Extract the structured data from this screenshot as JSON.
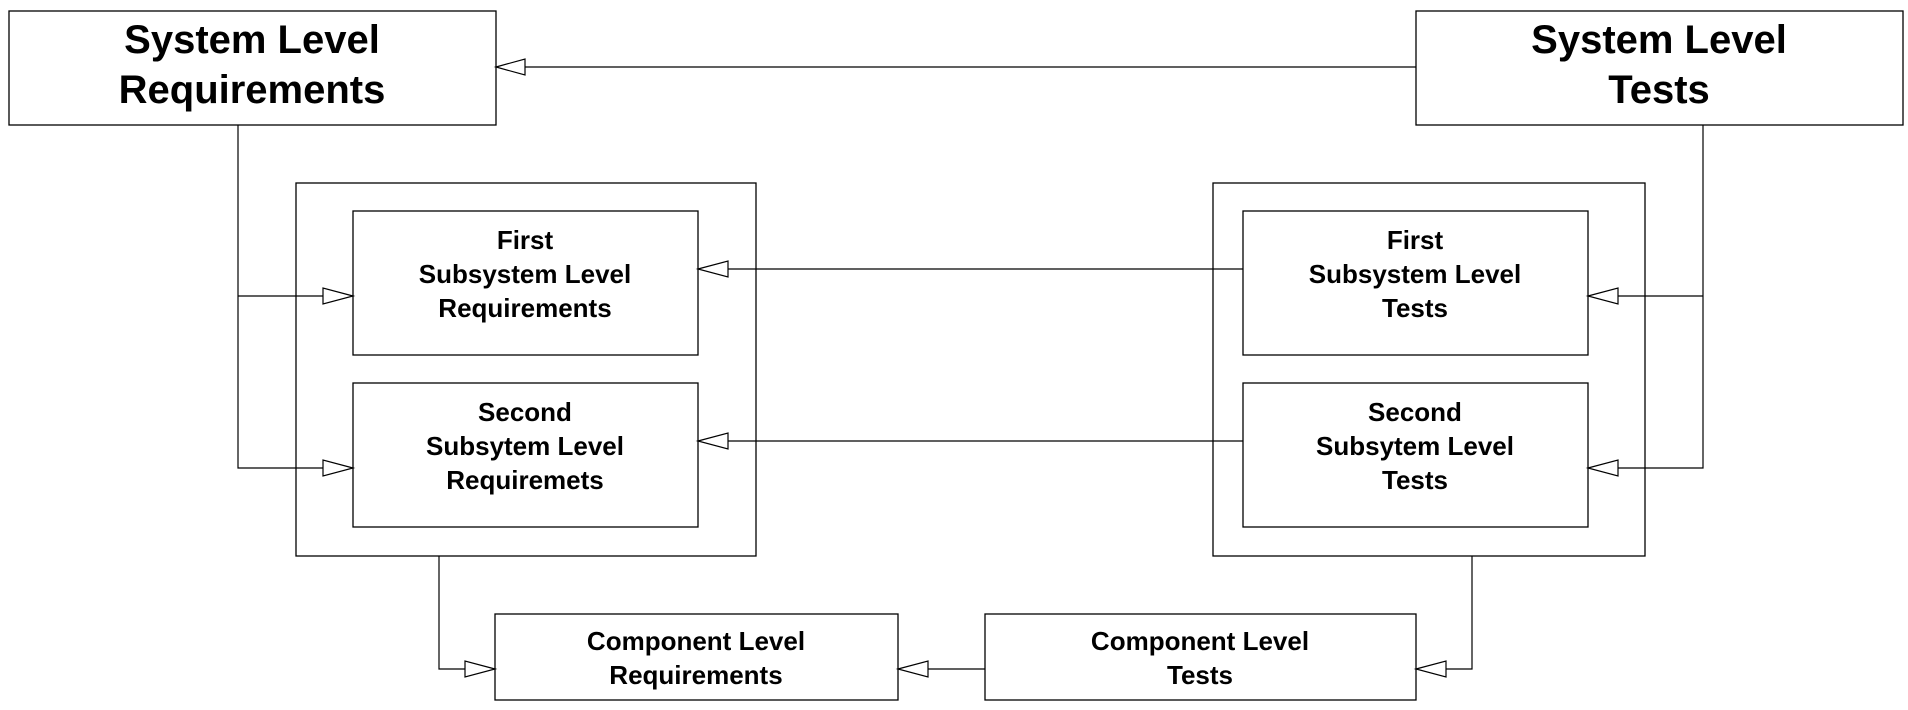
{
  "boxes": {
    "sys_req": {
      "lines": [
        "System Level",
        "Requirements"
      ]
    },
    "sys_tests": {
      "lines": [
        "System Level",
        "Tests"
      ]
    },
    "first_sub_req": {
      "lines": [
        "First",
        "Subsystem Level",
        "Requirements"
      ]
    },
    "second_sub_req": {
      "lines": [
        "Second",
        "Subsytem Level",
        "Requiremets"
      ]
    },
    "first_sub_tests": {
      "lines": [
        "First",
        "Subsystem Level",
        "Tests"
      ]
    },
    "second_sub_tests": {
      "lines": [
        "Second",
        "Subsytem Level",
        "Tests"
      ]
    },
    "comp_req": {
      "lines": [
        "Component Level",
        "Requirements"
      ]
    },
    "comp_tests": {
      "lines": [
        "Component Level",
        "Tests"
      ]
    }
  },
  "colors": {
    "line": "#000000",
    "background": "#ffffff"
  }
}
